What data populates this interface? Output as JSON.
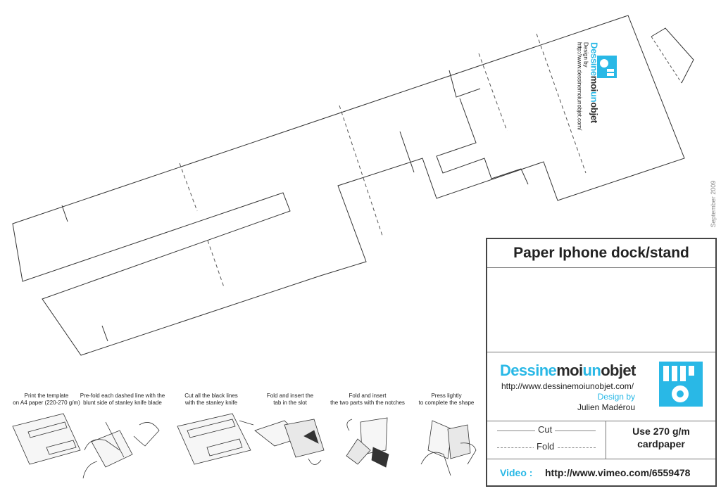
{
  "template": {
    "date": "September 2009",
    "brand_name_parts": [
      {
        "text": "Dessine",
        "color": "#29b8e6"
      },
      {
        "text": "moi",
        "color": "#2a2a2a"
      },
      {
        "text": "un",
        "color": "#29b8e6"
      },
      {
        "text": "objet",
        "color": "#2a2a2a"
      }
    ],
    "design_by": "Design by",
    "url": "http://www.dessinemoiunobjet.com/"
  },
  "panel": {
    "title": "Paper Iphone dock/stand",
    "brand_name_parts": [
      {
        "text": "Dessine",
        "color": "#29b8e6"
      },
      {
        "text": "moi",
        "color": "#2a2a2a"
      },
      {
        "text": "un",
        "color": "#29b8e6"
      },
      {
        "text": "objet",
        "color": "#2a2a2a"
      }
    ],
    "url": "http://www.dessinemoiunobjet.com/",
    "design_by": "Design by",
    "author": "Julien Madérou",
    "legend": {
      "cut": "Cut",
      "fold": "Fold",
      "note_line1": "Use 270 g/m",
      "note_line2": "cardpaper"
    },
    "video_label": "Video :",
    "video_url": "http://www.vimeo.com/6559478"
  },
  "steps": [
    {
      "line1": "Print the template",
      "line2": "on A4 paper (220-270 g/m)"
    },
    {
      "line1": "Pre-fold each dashed line with the",
      "line2": "blunt side of stanley knife blade"
    },
    {
      "line1": "Cut all the black lines",
      "line2": "with the stanley knife"
    },
    {
      "line1": "Fold and insert the",
      "line2": "tab in the slot"
    },
    {
      "line1": "Fold and insert",
      "line2": "the two parts with the notches"
    },
    {
      "line1": "Press lightly",
      "line2": "to complete the shape"
    }
  ],
  "colors": {
    "accent": "#29b8e6",
    "dark": "#2a2a2a",
    "cut_line": "#333333",
    "fold_line": "#555555"
  }
}
